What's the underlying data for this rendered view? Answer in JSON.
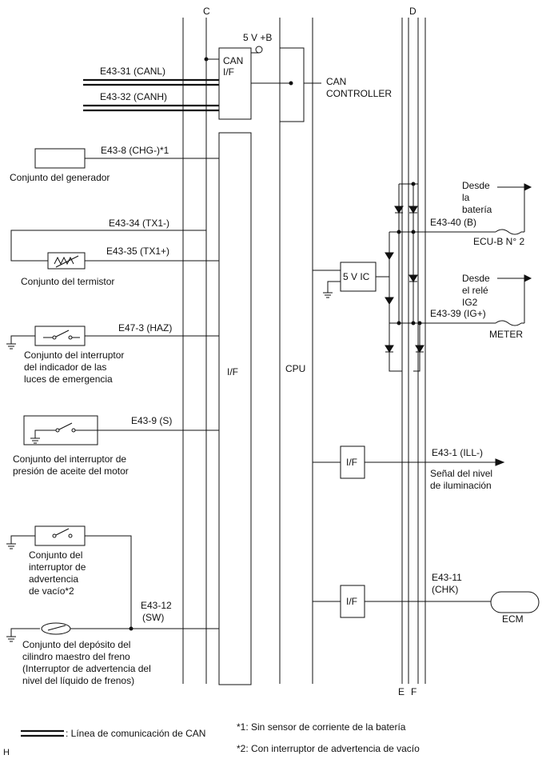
{
  "bus_labels": {
    "c": "C",
    "d": "D",
    "e": "E",
    "f": "F"
  },
  "blocks": {
    "can_if_line1": "CAN",
    "can_if_line2": "I/F",
    "main_if": "I/F",
    "cpu": "CPU",
    "ic_5v": "5 V IC",
    "if_ill": "I/F",
    "if_chk": "I/F",
    "can_controller_line1": "CAN",
    "can_controller_line2": "CONTROLLER",
    "supply": "5 V +B"
  },
  "pins": {
    "canl": "E43-31 (CANL)",
    "canh": "E43-32 (CANH)",
    "chg": "E43-8 (CHG-)*1",
    "tx1m": "E43-34 (TX1-)",
    "tx1p": "E43-35 (TX1+)",
    "haz": "E47-3 (HAZ)",
    "s": "E43-9 (S)",
    "sw_line1": "E43-12",
    "sw_line2": "(SW)",
    "b": "E43-40 (B)",
    "ig": "E43-39 (IG+)",
    "ill": "E43-1 (ILL-)",
    "chk_line1": "E43-11",
    "chk_line2": "(CHK)"
  },
  "components": {
    "generator": "Conjunto del generador",
    "thermistor": "Conjunto del termistor",
    "hazard": [
      "Conjunto del interruptor",
      "del indicador de las",
      "luces de emergencia"
    ],
    "oil": [
      "Conjunto del interruptor de",
      "presión de aceite del motor"
    ],
    "vacuum": [
      "Conjunto del",
      "interruptor de",
      "advertencia",
      "de vacío*2"
    ],
    "brake": [
      "Conjunto del depósito del",
      "cilindro maestro del freno",
      "(Interruptor de advertencia del",
      "nivel del líquido de frenos)"
    ],
    "battery_src": [
      "Desde",
      "la",
      "batería"
    ],
    "ig2_src": [
      "Desde",
      "el relé",
      "IG2"
    ],
    "fuse_ecub": "ECU-B N° 2",
    "fuse_meter": "METER",
    "illum_signal": [
      "Señal del nivel",
      "de iluminación"
    ],
    "ecm": "ECM"
  },
  "legend": {
    "can_line": ": Línea de comunicación de CAN",
    "note1": "*1: Sin sensor de corriente de la batería",
    "note2": "*2: Con interruptor de advertencia de vacío",
    "corner": "H"
  }
}
